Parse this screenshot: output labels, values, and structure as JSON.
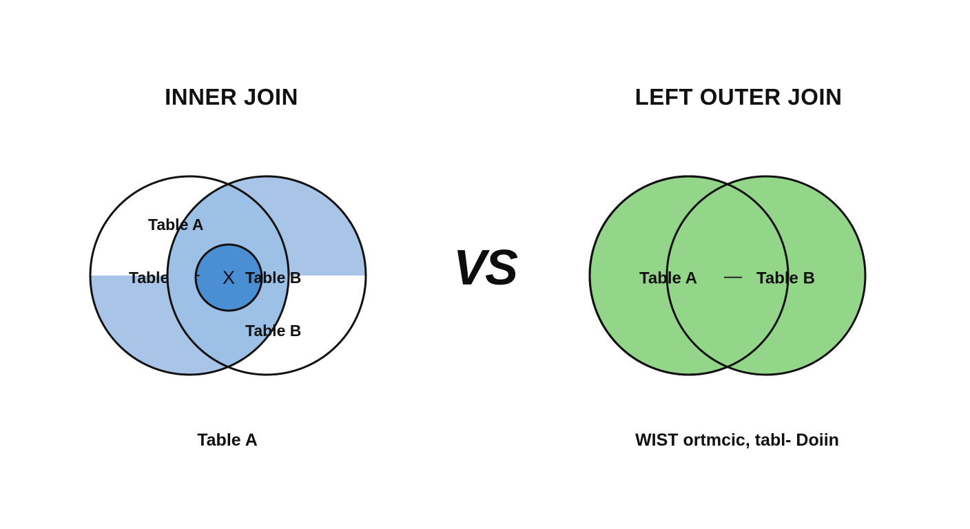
{
  "page": {
    "background_color": "#ffffff",
    "separator_label": "VS"
  },
  "left_panel": {
    "title": "INNER JOIN",
    "caption": "Table A",
    "labels": {
      "top": "Table A",
      "middle_left": "Table",
      "middle_operator": "-",
      "center": "X",
      "middle_right": "Table B",
      "bottom": "Table B"
    },
    "colors": {
      "fill_light": "#a8c5e8",
      "fill_mid": "#9cc0e6",
      "fill_dark": "#4a8fd4",
      "outline": "#111111",
      "empty": "#ffffff"
    }
  },
  "right_panel": {
    "title": "LEFT OUTER JOIN",
    "caption": "WIST ortmcic, tabl- Doiin",
    "labels": {
      "left": "Table A",
      "operator": "—",
      "right": "Table B"
    },
    "colors": {
      "fill": "#93d68a",
      "outline": "#111111"
    }
  },
  "chart_data": {
    "type": "diagram",
    "diagram_kind": "venn",
    "title": "INNER JOIN vs LEFT OUTER JOIN",
    "panels": [
      {
        "name": "INNER JOIN",
        "sets": [
          "Table A",
          "Table B"
        ],
        "highlighted_regions": [
          "intersection"
        ],
        "caption": "Table A",
        "fill_colors": [
          "#a8c5e8",
          "#9cc0e6",
          "#4a8fd4"
        ]
      },
      {
        "name": "LEFT OUTER JOIN",
        "sets": [
          "Table A",
          "Table B"
        ],
        "highlighted_regions": [
          "A-only",
          "intersection",
          "B-only"
        ],
        "caption": "WIST ortmcic, tabl- Doiin",
        "fill_colors": [
          "#93d68a"
        ]
      }
    ]
  }
}
